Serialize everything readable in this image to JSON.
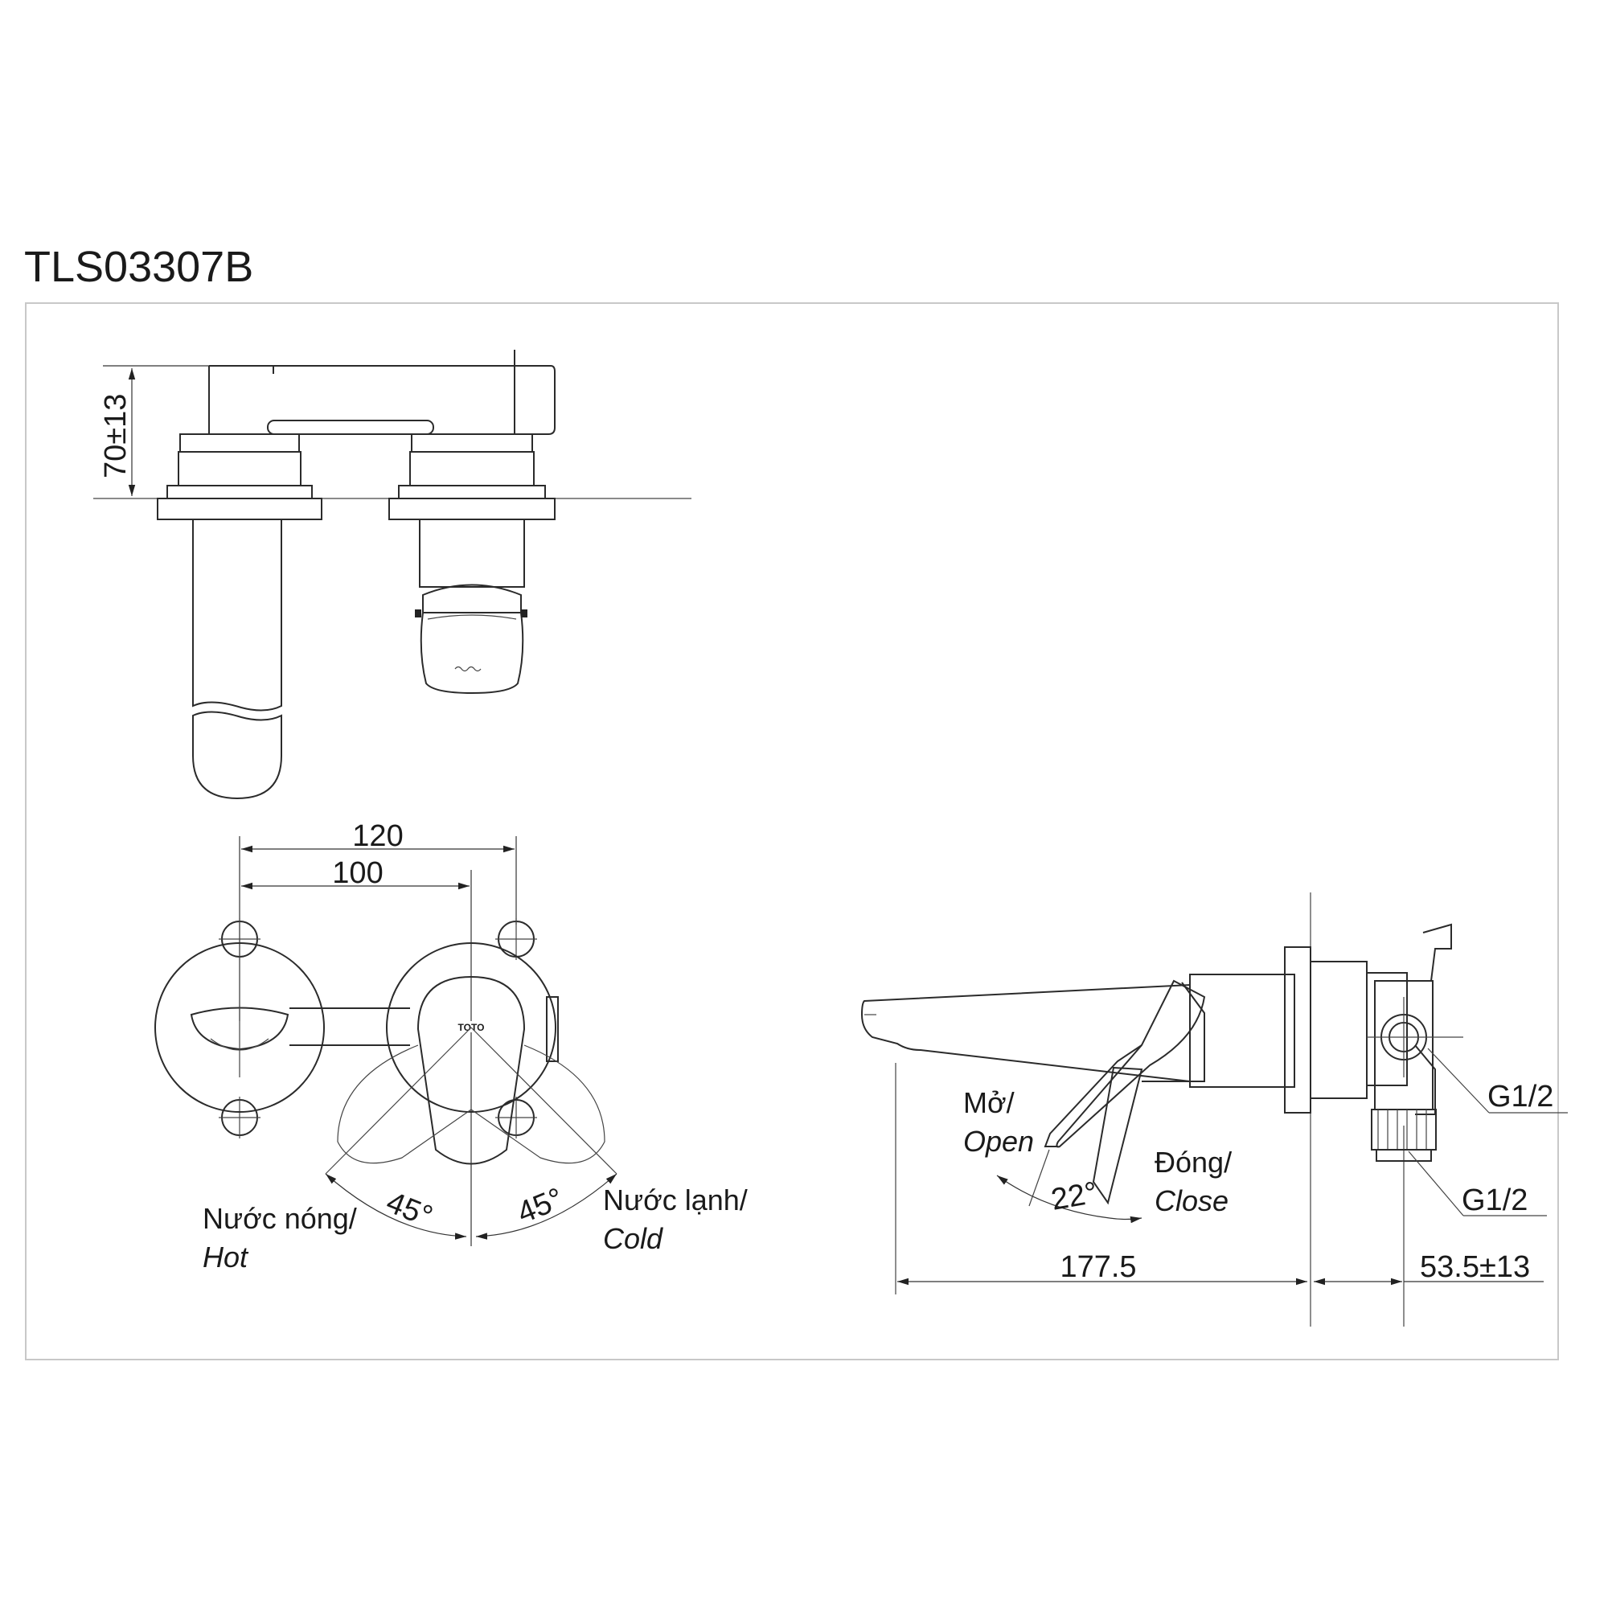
{
  "title": "TLS03307B",
  "dimensions": {
    "height": "70±13",
    "width_outer": "120",
    "width_inner": "100",
    "angle_hot": "45°",
    "angle_cold": "45°",
    "angle_open": "22°",
    "projection": "177.5",
    "wall_depth": "53.5±13"
  },
  "labels": {
    "hot_vi": "Nước nóng/",
    "hot_en": "Hot",
    "cold_vi": "Nước lạnh/",
    "cold_en": "Cold",
    "open_vi": "Mở/",
    "open_en": "Open",
    "close_vi": "Đóng/",
    "close_en": "Close",
    "thread_top": "G1/2",
    "thread_bottom": "G1/2",
    "brand": "TOTO"
  }
}
